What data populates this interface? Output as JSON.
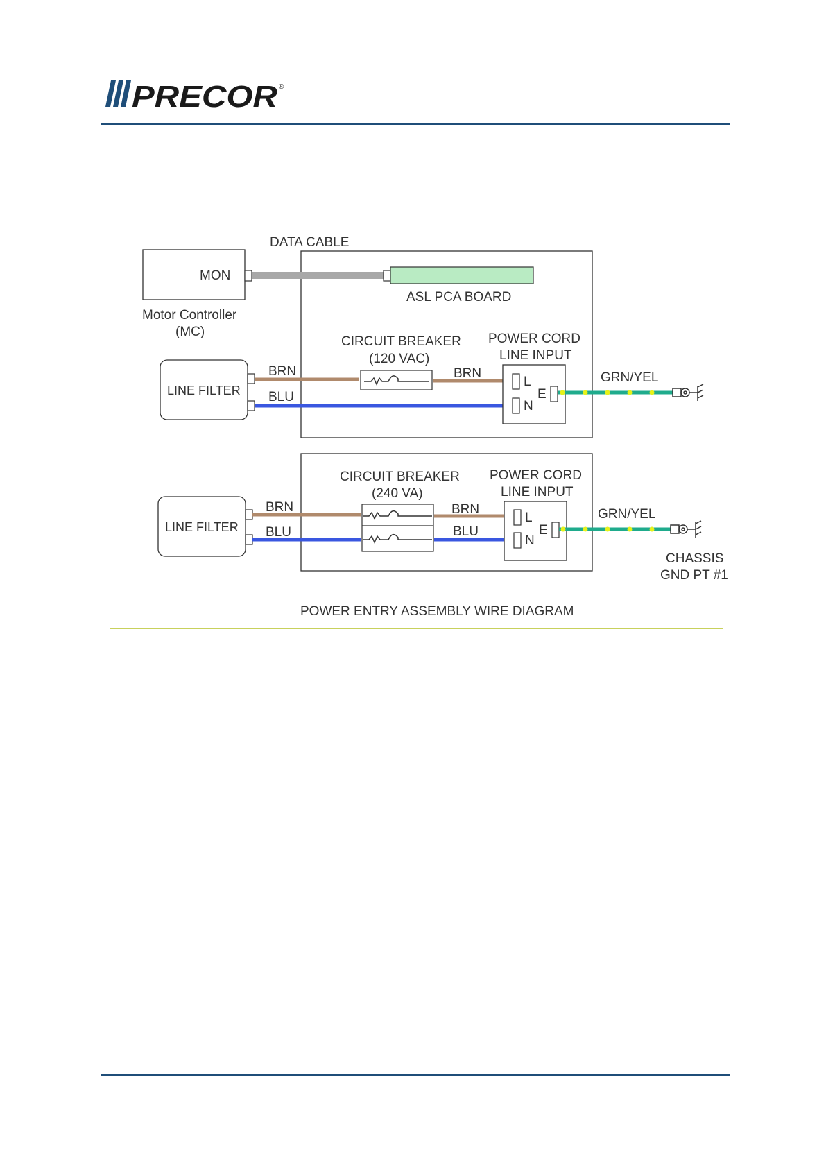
{
  "header": {
    "logo_text": "PRECOR",
    "logo_mark": "®"
  },
  "diagram": {
    "title": "POWER ENTRY ASSEMBLY WIRE DIAGRAM",
    "colors": {
      "brown_wire": "#b08a6c",
      "blue_wire": "#3a57e0",
      "data_cable": "#a8a8a8",
      "ground_wire": "#1fab8c",
      "ground_dots": "#e6f21a",
      "pca_board": "#b9ebc3",
      "rule_blue": "#1f4e79",
      "rule_green": "#b5c227"
    },
    "top": {
      "data_cable": "DATA CABLE",
      "mon": "MON",
      "motor_controller": "Motor Controller",
      "mc": "(MC)",
      "asl_pca_board": "ASL PCA BOARD",
      "circuit_breaker": "CIRCUIT BREAKER",
      "cb_rating": "(120 VAC)",
      "power_cord": "POWER CORD",
      "line_input": "LINE INPUT",
      "line_filter": "LINE FILTER",
      "brn_left": "BRN",
      "blu_left": "BLU",
      "brn_right": "BRN",
      "terminal_l": "L",
      "terminal_n": "N",
      "terminal_e": "E",
      "grn_yel": "GRN/YEL"
    },
    "bottom": {
      "circuit_breaker": "CIRCUIT BREAKER",
      "cb_rating": "(240 VA)",
      "power_cord": "POWER CORD",
      "line_input": "LINE INPUT",
      "line_filter": "LINE FILTER",
      "brn_left": "BRN",
      "blu_left": "BLU",
      "brn_right": "BRN",
      "blu_right": "BLU",
      "terminal_l": "L",
      "terminal_n": "N",
      "terminal_e": "E",
      "grn_yel": "GRN/YEL",
      "chassis": "CHASSIS",
      "gnd_pt": "GND PT #1"
    }
  }
}
